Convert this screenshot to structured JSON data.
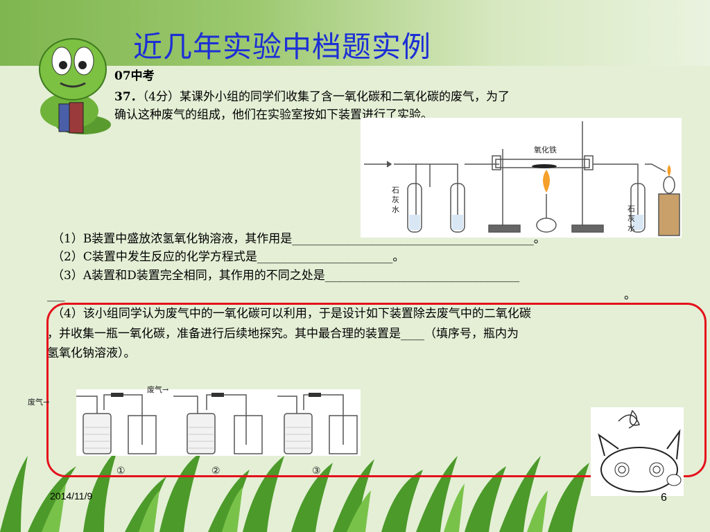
{
  "slide": {
    "title": "近几年实验中档题实例",
    "exam_tag": "07中考",
    "q_num": "37．",
    "q_intro_a": "（4分）某课外小组的同学们收集了含一氧化碳和二氧化碳的废气，为了",
    "q_intro_b": "确认这种废气的组成，他们在实验室按如下装置进行了实验。",
    "q1": "（1）B装置中盛放浓氢氧化钠溶液，其作用是_________________________________________。",
    "q2": "（2）C装置中发生反应的化学方程式是_______________________。",
    "q3": "（3）A装置和D装置完全相同，其作用的不同之处是_________________________________",
    "q3_cont_line": "___",
    "q3_cont_end": "。",
    "q4_a": "（4）该小组同学认为废气中的一氧化碳可以利用，于是设计如下装置除去废气中的二氧化碳",
    "q4_b": "，并收集一瓶一氧化碳，准备进行后续地探究。其中最合理的装置是____（填序号，瓶内为",
    "q4_c": "氢氧化钠溶液）。",
    "diagram1": {
      "label_iron_oxide": "氧化铁",
      "label_limewater_left": "石灰水",
      "label_limewater_right": "石灰水"
    },
    "diagram2": {
      "waste_gas_left": "废气→",
      "waste_gas_top": "废气→",
      "opt1": "①",
      "opt2": "②",
      "opt3": "③"
    },
    "footer": {
      "date": "2014/11/9",
      "page": "6"
    },
    "colors": {
      "title": "#1c2fd6",
      "oval": "#e5101b",
      "top_band": "#7fb64f"
    }
  }
}
